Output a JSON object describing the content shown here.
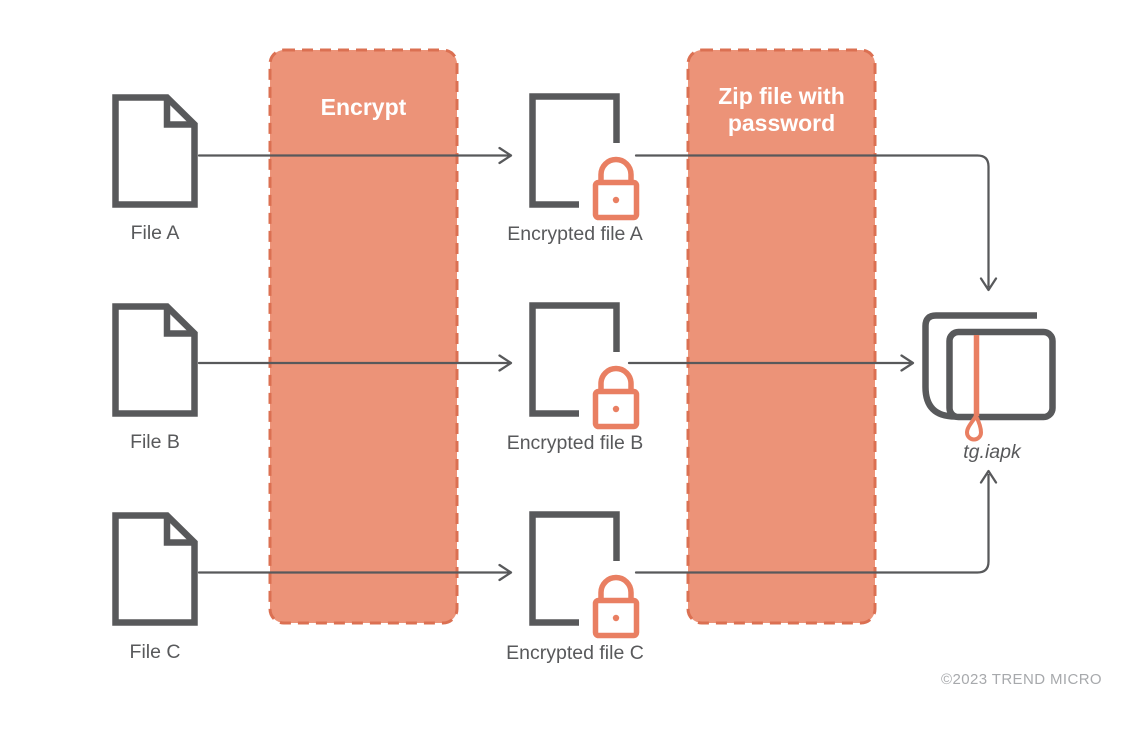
{
  "colors": {
    "zone_fill": "#EC9378",
    "zone_border": "#DB7052",
    "zone_label": "#FFFFFF",
    "outline_gray": "#58595B",
    "accent_orange": "#E97F62",
    "copyright_gray": "#A7A9AC",
    "background": "#FFFFFF"
  },
  "zones": {
    "encrypt": {
      "label": "Encrypt"
    },
    "zip": {
      "label": "Zip file with password"
    }
  },
  "source_files": [
    {
      "label": "File A"
    },
    {
      "label": "File B"
    },
    {
      "label": "File C"
    }
  ],
  "encrypted_files": [
    {
      "label": "Encrypted file A"
    },
    {
      "label": "Encrypted file B"
    },
    {
      "label": "Encrypted file C"
    }
  ],
  "output_file": {
    "label": "tg.iapk"
  },
  "footer": {
    "copyright": "©2023 TREND MICRO"
  },
  "icons": {
    "source": "document-icon",
    "encrypted": "document-lock-icon",
    "output": "zip-archive-icon"
  }
}
